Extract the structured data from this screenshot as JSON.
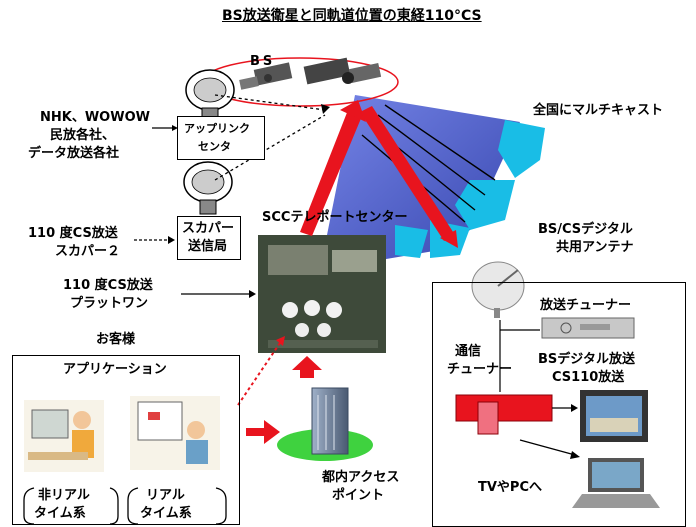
{
  "title": "BS放送衛星と同軌道位置の東経110°CS",
  "labels": {
    "bs": "BS",
    "broadcasters_1": "NHK、WOWOW",
    "broadcasters_2": "民放各社、",
    "broadcasters_3": "データ放送各社",
    "uplink_1": "アップリンク",
    "uplink_2": "センタ",
    "nationwide": "全国にマルチキャスト",
    "scc": "SCCテレポートセンター",
    "cs110_skyperfec_1": "110 度CS放送",
    "cs110_skyperfec_2": "スカパー２",
    "skyperfec_station_1": "スカパー",
    "skyperfec_station_2": "送信局",
    "cs110_platone_1": "110 度CS放送",
    "cs110_platone_2": "プラットワン",
    "bs_cs_antenna_1": "BS/CSデジタル",
    "bs_cs_antenna_2": "共用アンテナ",
    "customer": "お客様",
    "application": "アプリケーション",
    "nonrealtime_1": "非リアル",
    "nonrealtime_2": "タイム系",
    "realtime_1": "リアル",
    "realtime_2": "タイム系",
    "access_point_1": "都内アクセス",
    "access_point_2": "ポイント",
    "broadcast_tuner": "放送チューナー",
    "comm_tuner_1": "通信",
    "comm_tuner_2": "チューナー",
    "bs_digital_1": "BSデジタル放送",
    "bs_digital_2": "CS110放送",
    "tv_pc": "TVやPCへ"
  },
  "colors": {
    "beam": "#4a5fd0",
    "red": "#e8141e",
    "cyan": "#19bde6",
    "green": "#3fd23f"
  }
}
